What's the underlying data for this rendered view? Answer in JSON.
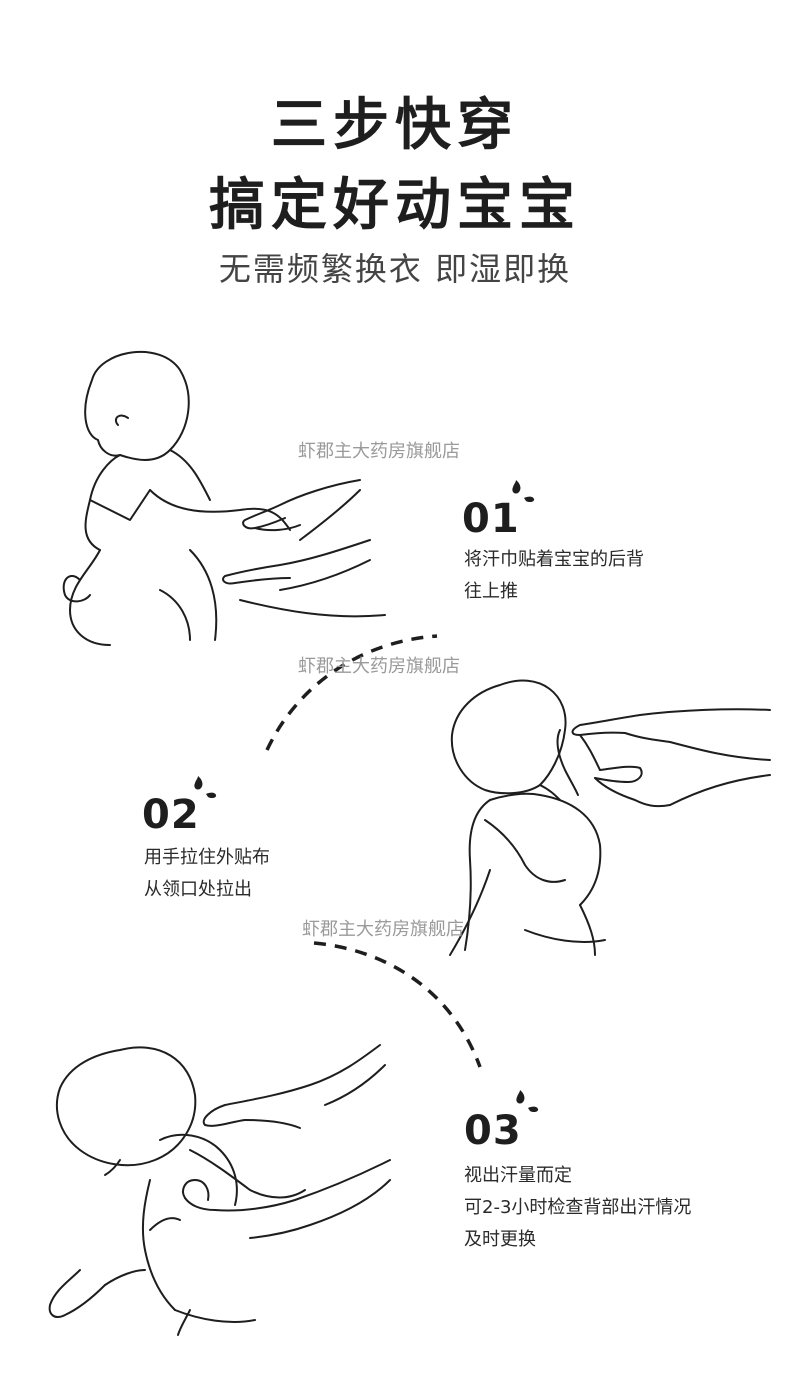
{
  "header": {
    "title_line1": "三步快穿",
    "title_line2": "搞定好动宝宝",
    "subtitle": "无需频繁换衣 即湿即换"
  },
  "watermark": "虾郡主大药房旗舰店",
  "steps": [
    {
      "number": "01",
      "lines": [
        "将汗巾贴着宝宝的后背",
        "往上推"
      ]
    },
    {
      "number": "02",
      "lines": [
        "用手拉住外贴布",
        "从领口处拉出"
      ]
    },
    {
      "number": "03",
      "lines": [
        "视出汗量而定",
        "可2-3小时检查背部出汗情况",
        "及时更换"
      ]
    }
  ],
  "colors": {
    "line": "#1e1e1e",
    "text": "#222222",
    "watermark": "#9a9a9a"
  }
}
